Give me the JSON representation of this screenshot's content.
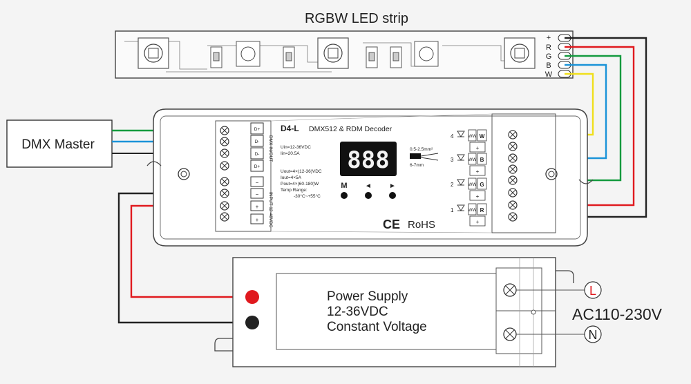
{
  "strip": {
    "title": "RGBW LED strip",
    "pins": [
      "+",
      "R",
      "G",
      "B",
      "W"
    ]
  },
  "dmx_master": {
    "label": "DMX Master"
  },
  "decoder": {
    "model": "D4-L",
    "subtitle": "DMX512 & RDM Decoder",
    "display": "888",
    "buttons": [
      "M",
      "◄",
      "►"
    ],
    "spec_in": [
      "Uin=12-36VDC",
      "Iin=20.5A"
    ],
    "spec_out": [
      "Uout=4×(12-36)VDC",
      "Iout=4×5A",
      "Pout=4×(60-180)W",
      "Temp Range:",
      "-30°C~+55°C"
    ],
    "dmx_side_label": "DMX IN/OUT",
    "input_side_label": "INPUT 12-48VDC",
    "dmx_terminals": [
      "D+",
      "D-",
      "D-",
      "D+"
    ],
    "input_terminals": [
      "−",
      "−",
      "+",
      "+"
    ],
    "wire_gauge_1": "0.5-2.5mm²",
    "wire_gauge_2": "6-7mm",
    "channels": [
      {
        "num": "4",
        "color": "W",
        "tag": "WW"
      },
      {
        "num": "3",
        "color": "B",
        "tag": "WW"
      },
      {
        "num": "2",
        "color": "G",
        "tag": "WW"
      },
      {
        "num": "1",
        "color": "R",
        "tag": "WW"
      }
    ],
    "plus": "+",
    "ce": "CE",
    "rohs": "RoHS"
  },
  "power_supply": {
    "lines": [
      "Power Supply",
      "12-36VDC",
      "Constant Voltage"
    ]
  },
  "mains": {
    "label": "AC110-230V",
    "L": "L",
    "N": "N"
  },
  "colors": {
    "red": "#e0191e",
    "green": "#139a3e",
    "blue": "#1a93d8",
    "yellow": "#f0df1b",
    "black": "#222222"
  }
}
